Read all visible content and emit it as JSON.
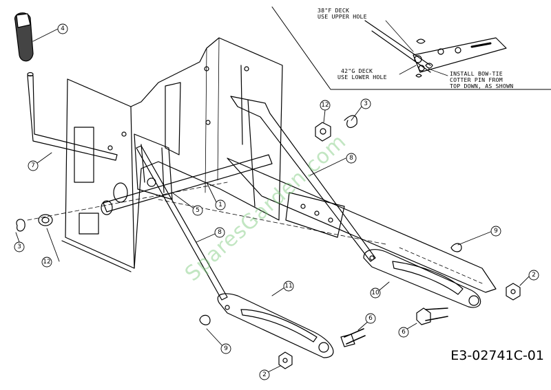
{
  "notes": {
    "upper_1": "38\"F DECK",
    "upper_2": "USE UPPER HOLE",
    "lower_1": "42\"G DECK",
    "lower_2": "USE LOWER HOLE",
    "install_1": "INSTALL BOW-TIE",
    "install_2": "COTTER PIN FROM",
    "install_3": "TOP DOWN, AS SHOWN"
  },
  "callouts": {
    "c4": "4",
    "c7": "7",
    "c12a": "12",
    "c3a": "3",
    "c8a": "8",
    "c5": "5",
    "c1": "1",
    "c12b": "12",
    "c3b": "3",
    "c8b": "8",
    "c9a": "9",
    "c11": "11",
    "c10": "10",
    "c2a": "2",
    "c6a": "6",
    "c6b": "6",
    "c9b": "9",
    "c2b": "2"
  },
  "figure_id": "E3-02741C-01",
  "watermark": "SparesGarden.com",
  "colors": {
    "line": "#000000",
    "watermark": "#78c878",
    "background": "#ffffff"
  }
}
